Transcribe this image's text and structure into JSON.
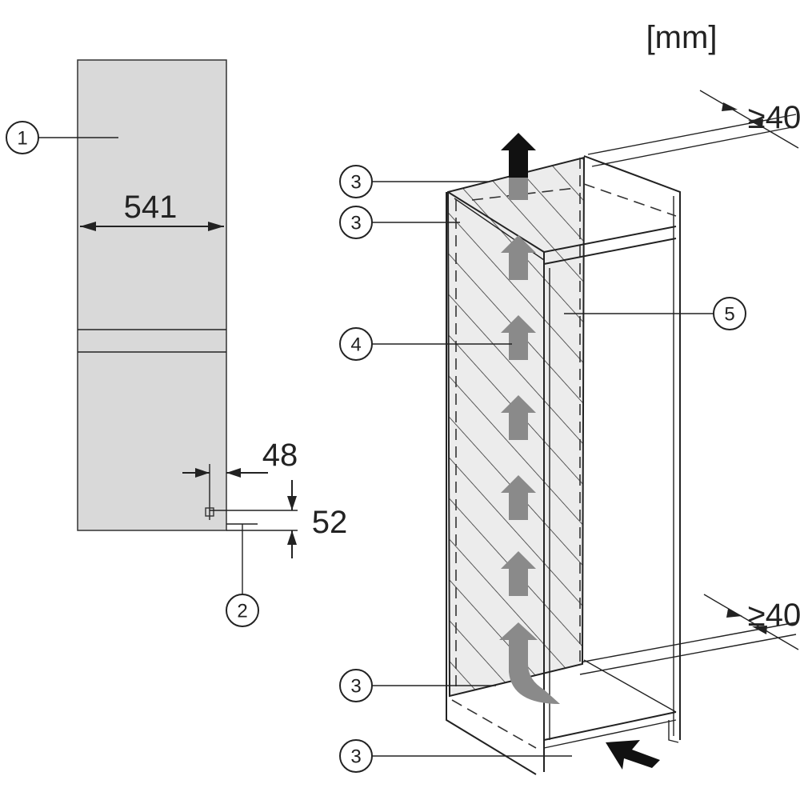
{
  "unit_label": "[mm]",
  "dimensions": {
    "width": "541",
    "offset_horizontal": "48",
    "offset_vertical": "52",
    "top_gap": "≥40",
    "bottom_gap": "≥40"
  },
  "callouts": {
    "c1": "1",
    "c2": "2",
    "c3_top_a": "3",
    "c3_top_b": "3",
    "c4": "4",
    "c5": "5",
    "c3_bottom_a": "3",
    "c3_bottom_b": "3"
  },
  "colors": {
    "panel_fill": "#d9d9d9",
    "airflow_arrow": "#8a8a8a",
    "dark_arrow": "#111111"
  }
}
